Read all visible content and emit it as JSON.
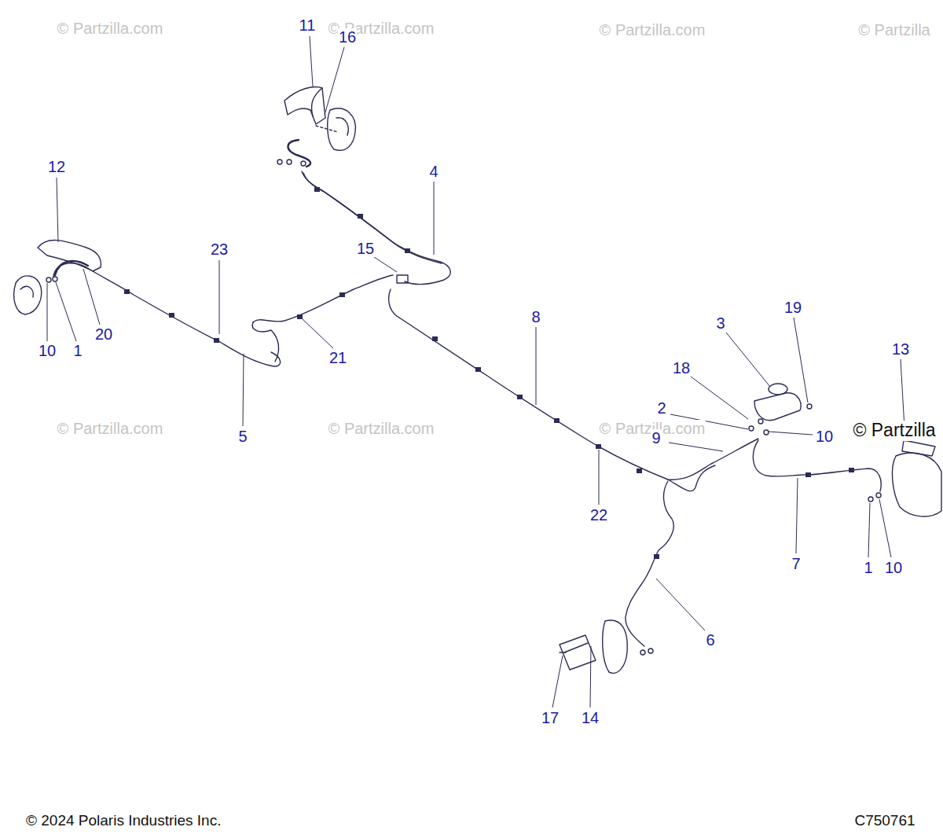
{
  "diagram": {
    "labels": [
      "© Partzilla.com",
      "© Partzilla.com",
      "© Partzilla.com",
      "© Partzilla",
      "11",
      "16",
      "12",
      "4",
      "15",
      "23",
      "19",
      "8",
      "3",
      "20",
      "13",
      "10",
      "1",
      "21",
      "18",
      "2",
      "© Partzilla.com",
      "© Partzilla.com",
      "© Partzilla.com",
      "© Partzilla",
      "10",
      "5",
      "9",
      "22",
      "7",
      "1",
      "10",
      "6",
      "17",
      "14",
      "© 2024 Polaris Industries Inc.",
      "C750761"
    ]
  }
}
